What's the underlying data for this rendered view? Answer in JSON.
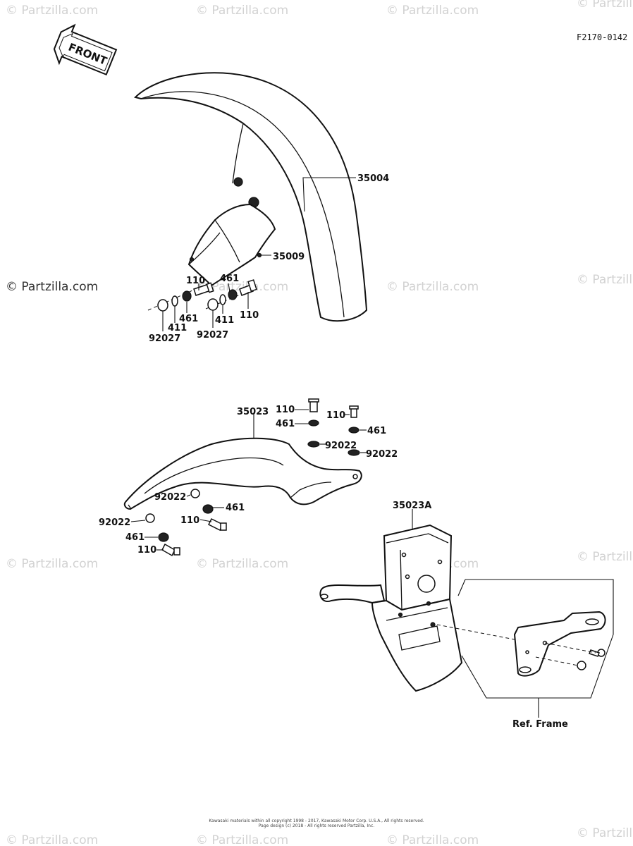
{
  "diagram": {
    "reference_code": "F2170-0142",
    "front_arrow_label": "FRONT",
    "watermarks": [
      "© Partzilla.com",
      "© Partzilla.com",
      "© Partzilla.com",
      "© Partzilla.com",
      "© Partzilla.com",
      "© Partzilla.com",
      "© Partzilla.com",
      "© Partzilla.com",
      "© Partzilla.com",
      "© Partzilla.com",
      "© Partzilla.com",
      "© Partzilla.com",
      "© Partzilla.com",
      "© Partzilla.com",
      "© Partzilla.com",
      "© Partzilla.com"
    ],
    "callouts_front": [
      {
        "id": "35004"
      },
      {
        "id": "35009"
      },
      {
        "id": "110"
      },
      {
        "id": "461"
      },
      {
        "id": "461"
      },
      {
        "id": "110"
      },
      {
        "id": "411"
      },
      {
        "id": "411"
      },
      {
        "id": "92027"
      },
      {
        "id": "92027"
      }
    ],
    "callouts_rear": [
      {
        "id": "35023"
      },
      {
        "id": "110"
      },
      {
        "id": "461"
      },
      {
        "id": "110"
      },
      {
        "id": "461"
      },
      {
        "id": "92022"
      },
      {
        "id": "92022"
      },
      {
        "id": "92022"
      },
      {
        "id": "461"
      },
      {
        "id": "110"
      },
      {
        "id": "92022"
      },
      {
        "id": "461"
      },
      {
        "id": "110"
      }
    ],
    "callouts_bracket": [
      {
        "id": "35023A"
      },
      {
        "id": "Ref. Frame"
      }
    ],
    "footer_lines": [
      "Kawasaki materials within all copyright 1998 - 2017, Kawasaki Motor Corp. U.S.A., All rights reserved.",
      "Page design (c) 2018 - All rights reserved Partzilla, Inc."
    ]
  }
}
